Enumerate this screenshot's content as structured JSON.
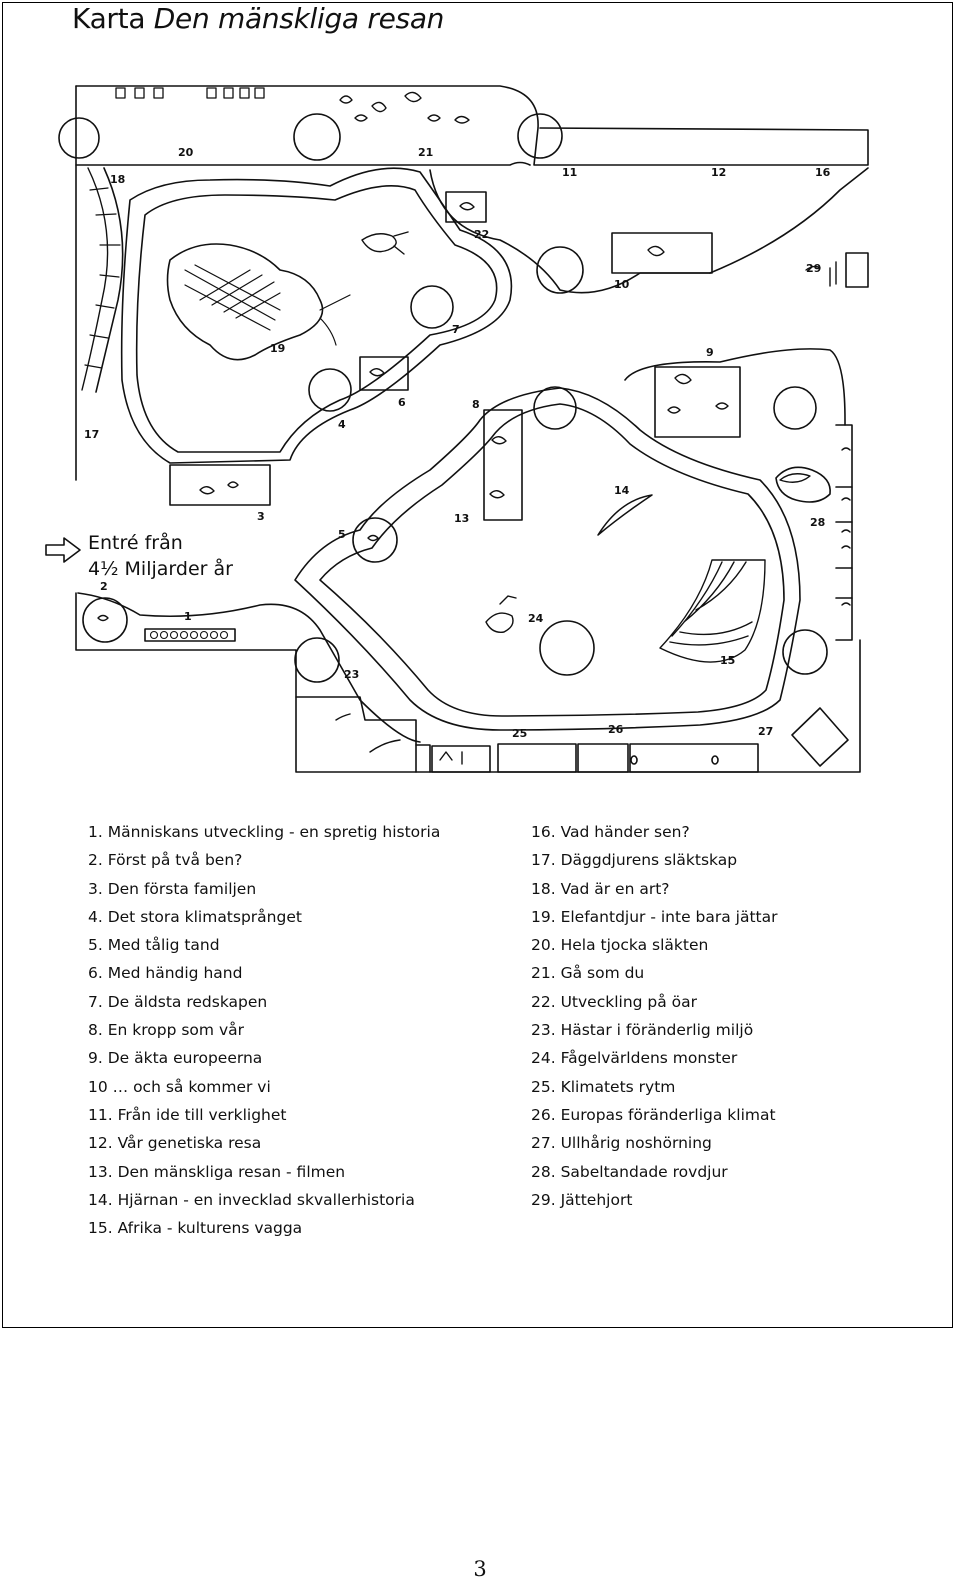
{
  "title_plain": "Karta ",
  "title_italic": "Den mänskliga resan",
  "entry_line1": "Entré från",
  "entry_line2": "4½ Miljarder år",
  "map_numbers": [
    "1",
    "2",
    "3",
    "4",
    "5",
    "6",
    "7",
    "8",
    "9",
    "10",
    "11",
    "12",
    "13",
    "14",
    "15",
    "16",
    "17",
    "18",
    "19",
    "20",
    "21",
    "22",
    "23",
    "24",
    "25",
    "26",
    "27",
    "28",
    "29"
  ],
  "legend_left": [
    "1. Människans utveckling -  en spretig historia",
    "2. Först på två ben?",
    "3. Den första familjen",
    "4. Det stora klimatsprånget",
    "5. Med tålig tand",
    "6. Med händig hand",
    "7. De äldsta redskapen",
    "8. En kropp som vår",
    "9. De äkta europeerna",
    "10 … och så kommer vi",
    "11.  Från ide till verklighet",
    "12. Vår genetiska resa",
    "13. Den mänskliga resan - filmen",
    "14. Hjärnan - en invecklad skvallerhistoria",
    "15. Afrika - kulturens vagga"
  ],
  "legend_right": [
    "16. Vad händer sen?",
    "17. Däggdjurens släktskap",
    "18. Vad är en art?",
    "19. Elefantdjur - inte bara jättar",
    "20. Hela tjocka släkten",
    "21. Gå som du",
    "22. Utveckling på öar",
    "23. Hästar i föränderlig miljö",
    "24. Fågelvärldens monster",
    "25. Klimatets rytm",
    "26. Europas föränderliga klimat",
    "27. Ullhårig noshörning",
    "28. Sabeltandade rovdjur",
    "29. Jättehjort"
  ],
  "page_number": "3",
  "colors": {
    "ink": "#111111",
    "paper": "#ffffff"
  }
}
